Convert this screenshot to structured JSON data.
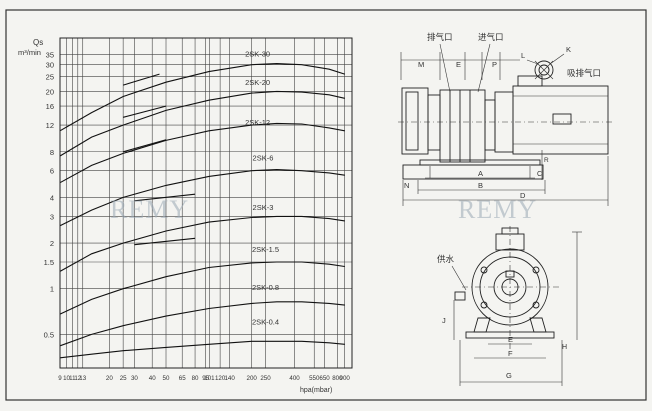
{
  "page_border_color": "#333333",
  "chart_data": {
    "type": "line",
    "title": "",
    "ylabel_line1": "Qs",
    "ylabel_line2": "m³/min",
    "xlabel": "hpa(mbar)",
    "x_scale": "log",
    "y_scale": "log",
    "xlim": [
      9,
      1013
    ],
    "ylim": [
      0.3,
      45
    ],
    "y_ticks": [
      {
        "v": 0.5,
        "label": "0.5"
      },
      {
        "v": 1,
        "label": "1"
      },
      {
        "v": 1.5,
        "label": "1.5"
      },
      {
        "v": 2,
        "label": "2"
      },
      {
        "v": 3,
        "label": "3"
      },
      {
        "v": 4,
        "label": "4"
      },
      {
        "v": 6,
        "label": "6"
      },
      {
        "v": 8,
        "label": "8"
      },
      {
        "v": 12,
        "label": "12"
      },
      {
        "v": 16,
        "label": "16"
      },
      {
        "v": 20,
        "label": "20"
      },
      {
        "v": 25,
        "label": "25"
      },
      {
        "v": 30,
        "label": "30"
      },
      {
        "v": 35,
        "label": "35"
      }
    ],
    "x_ticks": [
      {
        "v": 9,
        "label": "9"
      },
      {
        "v": 10,
        "label": "10"
      },
      {
        "v": 11,
        "label": "11"
      },
      {
        "v": 12,
        "label": "12"
      },
      {
        "v": 13,
        "label": "13"
      },
      {
        "v": 20,
        "label": "20"
      },
      {
        "v": 25,
        "label": "25"
      },
      {
        "v": 30,
        "label": "30"
      },
      {
        "v": 40,
        "label": "40"
      },
      {
        "v": 50,
        "label": "50"
      },
      {
        "v": 65,
        "label": "65"
      },
      {
        "v": 80,
        "label": "80"
      },
      {
        "v": 95,
        "label": "95"
      },
      {
        "v": 101,
        "label": "101"
      },
      {
        "v": 120,
        "label": "120"
      },
      {
        "v": 140,
        "label": "140"
      },
      {
        "v": 200,
        "label": "200"
      },
      {
        "v": 250,
        "label": "250"
      },
      {
        "v": 400,
        "label": "400"
      },
      {
        "v": 550,
        "label": "550"
      },
      {
        "v": 650,
        "label": "650"
      },
      {
        "v": 800,
        "label": "800"
      },
      {
        "v": 900,
        "label": "900"
      }
    ],
    "grid": true,
    "legend": "none",
    "series": [
      {
        "name": "2SK-30",
        "label_at": [
          220,
          34
        ],
        "x": [
          9,
          15,
          25,
          50,
          100,
          200,
          300,
          450,
          700,
          900
        ],
        "y": [
          11,
          14.5,
          18.5,
          23,
          27,
          30,
          30.5,
          30,
          28,
          26
        ]
      },
      {
        "name": "2SK-20",
        "label_at": [
          220,
          22
        ],
        "x": [
          9,
          15,
          25,
          50,
          100,
          200,
          300,
          450,
          700,
          900
        ],
        "y": [
          7.5,
          10,
          12,
          15,
          17.5,
          19.5,
          20,
          19.8,
          19,
          18
        ]
      },
      {
        "name": "2SK-12",
        "label_at": [
          220,
          12
        ],
        "x": [
          9,
          15,
          25,
          50,
          100,
          200,
          300,
          450,
          700,
          900
        ],
        "y": [
          5,
          6.5,
          7.8,
          9.5,
          11,
          12,
          12.3,
          12.2,
          11.5,
          11
        ]
      },
      {
        "name": "2SK-6",
        "label_at": [
          240,
          7
        ],
        "x": [
          9,
          15,
          25,
          50,
          100,
          200,
          300,
          450,
          700,
          900
        ],
        "y": [
          2.6,
          3.3,
          4,
          4.8,
          5.5,
          6,
          6.1,
          6,
          5.8,
          5.6
        ]
      },
      {
        "name": "2SK-3",
        "label_at": [
          240,
          3.3
        ],
        "x": [
          9,
          15,
          25,
          50,
          100,
          200,
          300,
          450,
          700,
          900
        ],
        "y": [
          1.3,
          1.7,
          2,
          2.4,
          2.75,
          2.95,
          3,
          3,
          2.9,
          2.8
        ]
      },
      {
        "name": "2SK-1.5",
        "label_at": [
          250,
          1.75
        ],
        "x": [
          9,
          15,
          25,
          50,
          100,
          200,
          300,
          450,
          700,
          900
        ],
        "y": [
          0.68,
          0.85,
          1,
          1.2,
          1.38,
          1.48,
          1.5,
          1.5,
          1.45,
          1.4
        ]
      },
      {
        "name": "2SK-0.8",
        "label_at": [
          250,
          0.98
        ],
        "x": [
          9,
          15,
          25,
          50,
          100,
          200,
          300,
          450,
          700,
          900
        ],
        "y": [
          0.42,
          0.5,
          0.57,
          0.66,
          0.74,
          0.8,
          0.82,
          0.82,
          0.8,
          0.78
        ]
      },
      {
        "name": "2SK-0.4",
        "label_at": [
          250,
          0.58
        ],
        "x": [
          9,
          15,
          25,
          50,
          100,
          200,
          300,
          450,
          700,
          900
        ],
        "y": [
          0.35,
          0.37,
          0.39,
          0.41,
          0.43,
          0.45,
          0.45,
          0.45,
          0.44,
          0.43
        ]
      }
    ],
    "short_segments": [
      {
        "x": [
          25,
          45
        ],
        "y": [
          22,
          26
        ]
      },
      {
        "x": [
          25,
          50
        ],
        "y": [
          13.5,
          16
        ]
      },
      {
        "x": [
          25,
          50
        ],
        "y": [
          8,
          9.6
        ]
      },
      {
        "x": [
          30,
          80
        ],
        "y": [
          3.8,
          4.2
        ]
      },
      {
        "x": [
          30,
          80
        ],
        "y": [
          1.95,
          2.15
        ]
      }
    ]
  },
  "watermark": "REMY",
  "diagram": {
    "exhaust_label": "排气口",
    "inlet_label": "进气口",
    "suction_exhaust_label": "吸排气口",
    "water_supply_label": "供水",
    "dimension_letters": {
      "M": "M",
      "E": "E",
      "P": "P",
      "L": "L",
      "K": "K",
      "R": "R",
      "C": "C",
      "A": "A",
      "B": "B",
      "N": "N",
      "D": "D",
      "J": "J",
      "H": "H",
      "F": "F",
      "G": "G",
      "E2": "E"
    }
  }
}
